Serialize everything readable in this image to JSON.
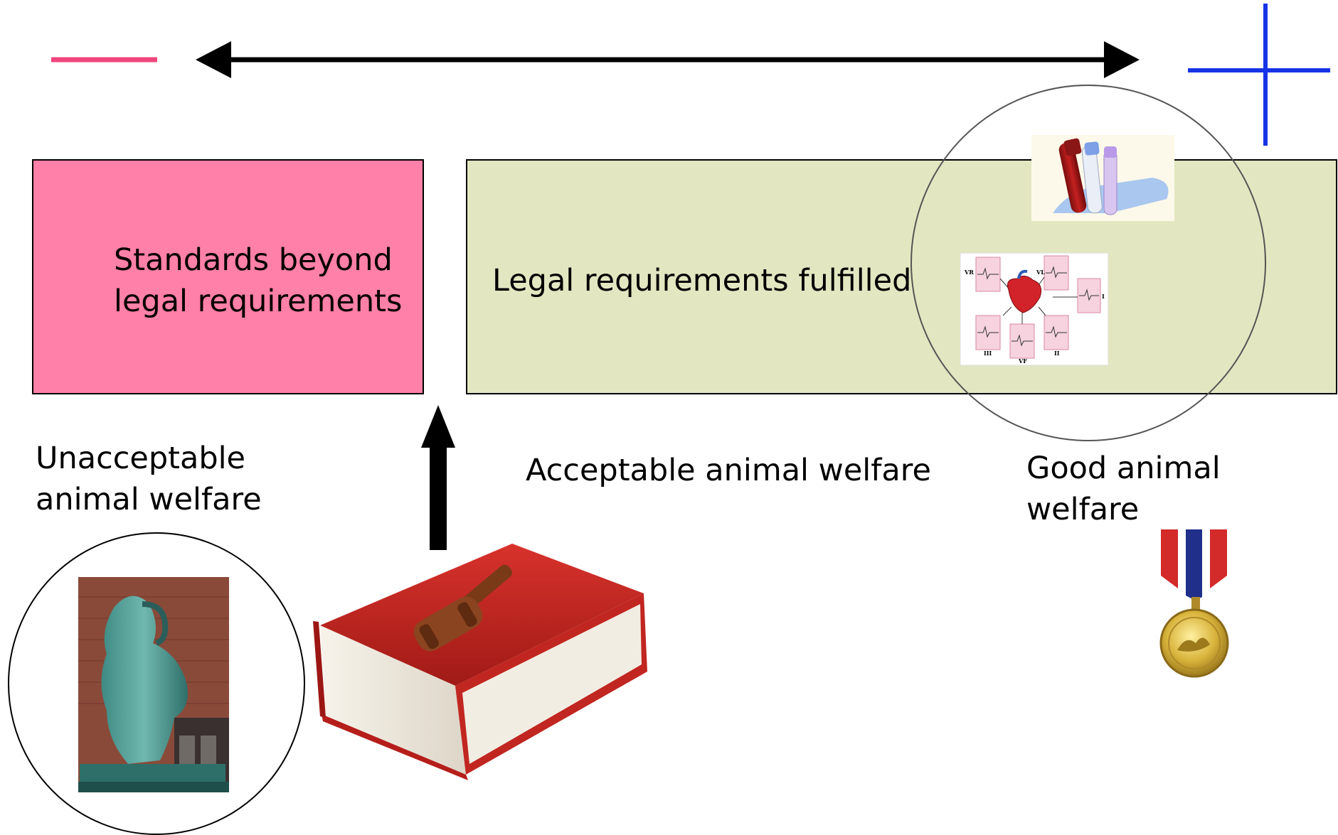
{
  "scale": {
    "minus_symbol": "−",
    "plus_symbol": "+",
    "minus_color": "#f0457d",
    "plus_color": "#1733e6"
  },
  "boxes": {
    "beyond_legal": {
      "text": "Standards beyond\nlegal requirements",
      "fill": "#ff80a8"
    },
    "legal_fulfilled": {
      "text": "Legal requirements fulfilled",
      "fill": "#e3e7c1"
    }
  },
  "levels": {
    "unacceptable": "Unacceptable\nanimal welfare",
    "acceptable": "Acceptable animal welfare",
    "good": "Good animal welfare"
  },
  "illustrations": [
    "blood-sample-tubes",
    "heart-ecg-diagram",
    "thinker-statue",
    "law-book-with-gavel",
    "medal"
  ]
}
